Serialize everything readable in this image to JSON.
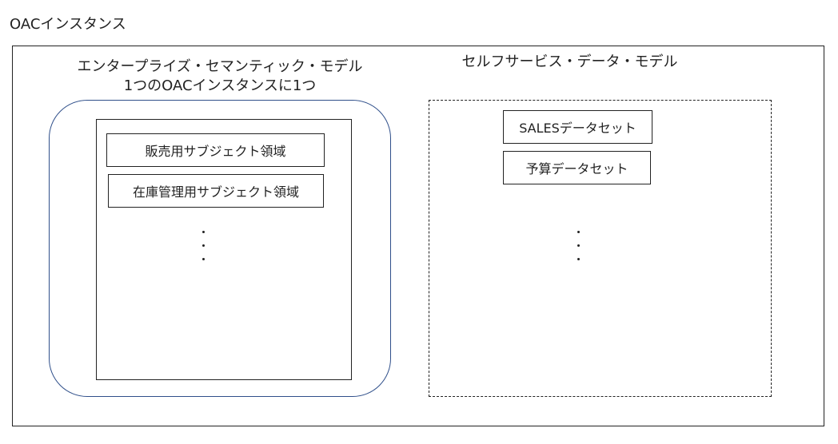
{
  "title": "OACインスタンス",
  "semantic_model": {
    "heading_line1": "エンタープライズ・セマンティック・モデル",
    "heading_line2": "1つのOACインスタンスに1つ",
    "subject_areas": [
      "販売用サブジェクト領域",
      "在庫管理用サブジェクト領域"
    ]
  },
  "self_service_model": {
    "heading": "セルフサービス・データ・モデル",
    "datasets": [
      "SALESデータセット",
      "予算データセット"
    ]
  },
  "colors": {
    "rounded_border": "#2f4f8a",
    "line": "#222222"
  }
}
